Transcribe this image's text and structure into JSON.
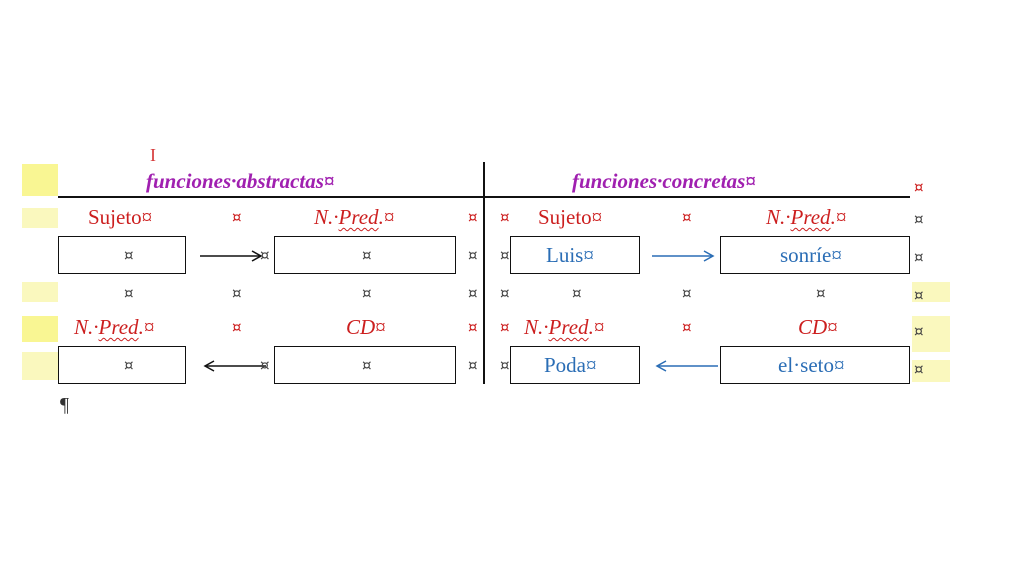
{
  "colors": {
    "heading": "#a020b0",
    "label_red": "#cc1e1e",
    "word_blue": "#2a6db5",
    "line": "#111111",
    "highlight": "#f4ef3a"
  },
  "marks": {
    "cell_end": "¤",
    "paragraph": "¶",
    "caret": "I"
  },
  "headings": {
    "abstract": "funciones·abstractas¤",
    "concrete": "funciones·concretas¤"
  },
  "abstract": {
    "row1": {
      "left_label": "Sujeto¤",
      "right_label": "N.·Pred.¤"
    },
    "row2": {
      "left_label": "N.·Pred.¤",
      "right_label": "CD¤"
    }
  },
  "concrete": {
    "row1": {
      "left_label": "Sujeto¤",
      "right_label": "N.·Pred.¤",
      "left_box": "Luis¤",
      "right_box": "sonríe¤"
    },
    "row2": {
      "left_label": "N.·Pred.¤",
      "right_label": "CD¤",
      "left_box": "Poda¤",
      "right_box": "el·seto¤"
    }
  },
  "pred_prefix": "N.·",
  "pred_word": "Pred",
  "pred_suffix": ".¤"
}
